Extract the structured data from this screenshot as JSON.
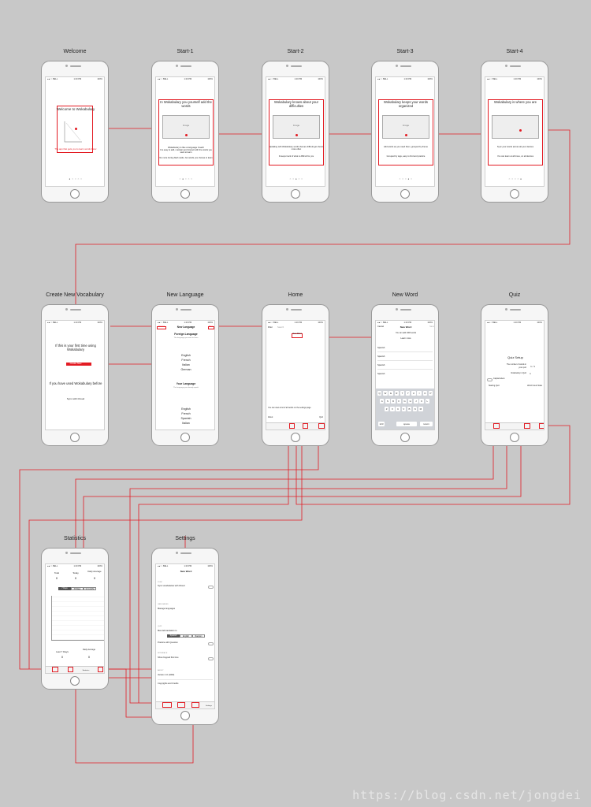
{
  "screens": {
    "welcome": {
      "label": "Welcome",
      "title": "Welcome to Wokabulary",
      "caption": "The app that gets you to learn words faster"
    },
    "start1": {
      "label": "Start-1",
      "title": "In Wokabulary you yourself add the words",
      "ph": "Image",
      "body1": "Wokabulary is like a language Coach",
      "body2": "It is easy to add, maintain and interact with the words you want to learn",
      "body3": "No more boring flash cards, but words you choose to learn"
    },
    "start2": {
      "label": "Start-2",
      "title": "Wokabulary knows about your difficulties",
      "ph": "Image",
      "body1": "Updating with Wokabulary words that are difficult get shown more often",
      "body2": "It keeps track of what is difficult for you"
    },
    "start3": {
      "label": "Start-3",
      "title": "Wokabulary keeps your words organized",
      "ph": "Image",
      "body1": "Add words as you need them, grouped by theme",
      "body2": "Grouped by tags, easy to find and practice"
    },
    "start4": {
      "label": "Start-4",
      "title": "Wokabulary is where you are",
      "body1": "Sync your words across all your devices",
      "body2": "You can learn at all times, on all devices"
    },
    "create": {
      "label": "Create New Vocabulary",
      "line1": "If this is your first time using Wokabulary",
      "line2": "If you have used Wokabulary before",
      "btn": "Create New",
      "sync": "Sync with iCloud"
    },
    "newlang": {
      "label": "New Language",
      "title": "New Language",
      "cancel": "Cancel",
      "done": "Done",
      "foreign": "Foreign Language",
      "foreign_sub": "The language you want to learn",
      "langs1": [
        "English",
        "French",
        "Italian",
        "German"
      ],
      "yours": "Your Language",
      "yours_sub": "The language you already speak",
      "langs2": [
        "English",
        "French",
        "Spanish",
        "Italian"
      ]
    },
    "home": {
      "label": "Home",
      "filter": "Filter",
      "search": "Search",
      "add": "New Word",
      "tip": "You can view a list of all words on the settings page",
      "about": "About",
      "quiz": "Quiz"
    },
    "newword": {
      "label": "New Word",
      "cancel": "Cancel",
      "title": "New Word",
      "save": "Save",
      "msg": "You can add 1000 words",
      "learn": "Learn more",
      "f1": "Spanish",
      "f2": "Spanish",
      "f3": "Spanish",
      "f4": "Spanish",
      "kb1": [
        "Q",
        "W",
        "E",
        "R",
        "T",
        "Y",
        "U",
        "I",
        "O",
        "P"
      ],
      "kb2": [
        "A",
        "S",
        "D",
        "F",
        "G",
        "H",
        "J",
        "K",
        "L"
      ],
      "kb3": [
        "Z",
        "X",
        "C",
        "V",
        "B",
        "N",
        "M"
      ],
      "space": "space",
      "ret": "return",
      "num": "123"
    },
    "quiz": {
      "label": "Quiz",
      "title": "Quiz Setup",
      "l1": "The number of words in",
      "l2": "your quiz",
      "v1": "1 / 1",
      "l3": "Vocabulary in Quiz",
      "v2": "1",
      "l4": "Capital letters",
      "a": "Starting Quiz",
      "b": "Word Count Stats"
    },
    "stats": {
      "label": "Statistics",
      "h": [
        "Total",
        "Today",
        "Daily Average"
      ],
      "v": [
        "0",
        "0",
        "0"
      ],
      "seg": [
        "7 Days",
        "30 Days",
        "12 months"
      ],
      "last": "Last 7 Days",
      "avg": "Daily Average",
      "lv": "0",
      "av": "0",
      "tab": "Statistics"
    },
    "settings": {
      "label": "Settings",
      "title": "New Word",
      "s1": "SYNC",
      "r1": "Sync vocabularies with iCloud",
      "s2": "LANGUAGES",
      "r2": "Manage languages",
      "s3": "QUIZ",
      "r3": "Max fail translation to",
      "seg": [
        "Spanish",
        "English",
        "Random"
      ],
      "r4": "Practice with Question",
      "s4": "INTERFACE",
      "r5": "Show Keypad first time",
      "s5": "ABOUT",
      "r6": "Version 1.0 (1000)",
      "r7": "Copyrights and Credits",
      "tab": "Settings"
    }
  },
  "pager": {
    "p1": "● ○ ○ ○ ○",
    "p2": "○ ● ○ ○ ○",
    "p3": "○ ○ ● ○ ○",
    "p4": "○ ○ ○ ● ○",
    "p5": "○ ○ ○ ○ ●"
  },
  "status": {
    "carrier": "●●○○ BELL",
    "time": "1:20 PM",
    "battery": "100%"
  },
  "watermark": "https://blog.csdn.net/jongdei",
  "colors": {
    "accent": "#e31b23",
    "background": "#c8c8c8"
  }
}
